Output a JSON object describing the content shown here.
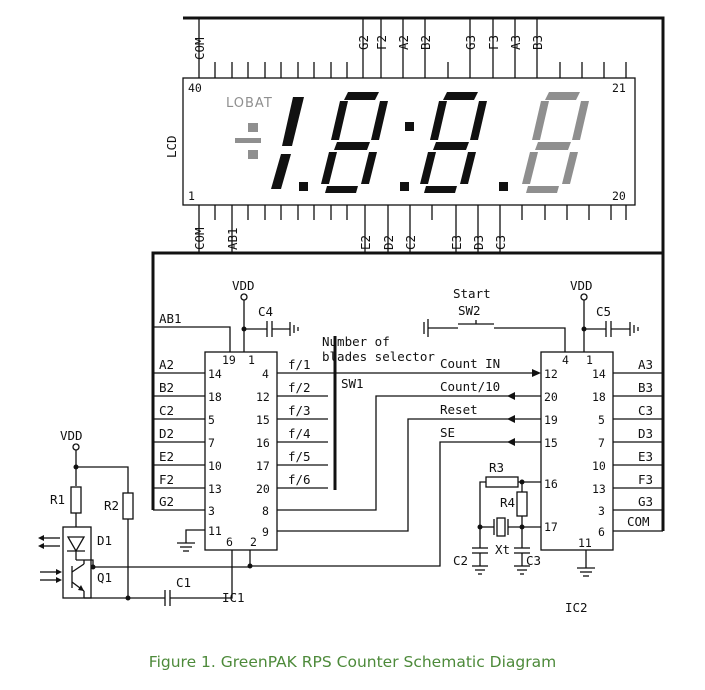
{
  "lcd": {
    "label": "LCD",
    "lobat": "LOBAT",
    "top_pins": [
      "COM",
      "G2",
      "F2",
      "A2",
      "B2",
      "G3",
      "F3",
      "A3",
      "B3"
    ],
    "bottom_pins": [
      "COM",
      "AB1",
      "E2",
      "D2",
      "C2",
      "E3",
      "D3",
      "C3"
    ],
    "corner_40": "40",
    "corner_21": "21",
    "corner_1": "1",
    "corner_20": "20",
    "digits_shown": "1.8:8.8"
  },
  "ic1": {
    "name": "IC1",
    "vdd": "VDD",
    "cap": "C4",
    "left_signals": [
      "AB1",
      "A2",
      "B2",
      "C2",
      "D2",
      "E2",
      "F2",
      "G2"
    ],
    "left_pins": [
      "19",
      "14",
      "18",
      "5",
      "7",
      "10",
      "13",
      "3",
      "11"
    ],
    "top_pin": "1",
    "right_pins": [
      "4",
      "12",
      "15",
      "16",
      "17",
      "20",
      "8",
      "9"
    ],
    "right_signals": [
      "f/1",
      "f/2",
      "f/3",
      "f/4",
      "f/5",
      "f/6"
    ],
    "bottom_pins": [
      "6",
      "2"
    ]
  },
  "selector": {
    "label_line1": "Number of",
    "label_line2": "blades selector",
    "switch": "SW1"
  },
  "start": {
    "label": "Start",
    "switch": "SW2"
  },
  "bus": {
    "signals": [
      "Count IN",
      "Count/10",
      "Reset",
      "SE"
    ]
  },
  "ic2": {
    "name": "IC2",
    "vdd": "VDD",
    "cap": "C5",
    "left_pins": [
      "4",
      "12",
      "20",
      "19",
      "15",
      "16",
      "17"
    ],
    "top_pin": "1",
    "right_pins": [
      "14",
      "18",
      "5",
      "7",
      "10",
      "13",
      "3",
      "6"
    ],
    "right_signals": [
      "A3",
      "B3",
      "C3",
      "D3",
      "E3",
      "F3",
      "G3",
      "COM"
    ],
    "bottom_pin": "11"
  },
  "oscillator": {
    "r3": "R3",
    "r4": "R4",
    "crystal": "Xt",
    "c2": "C2",
    "c3": "C3"
  },
  "sensor": {
    "vdd": "VDD",
    "r1": "R1",
    "r2": "R2",
    "d1": "D1",
    "q1": "Q1",
    "c1": "C1"
  },
  "caption": "Figure 1. GreenPAK RPS Counter Schematic Diagram"
}
